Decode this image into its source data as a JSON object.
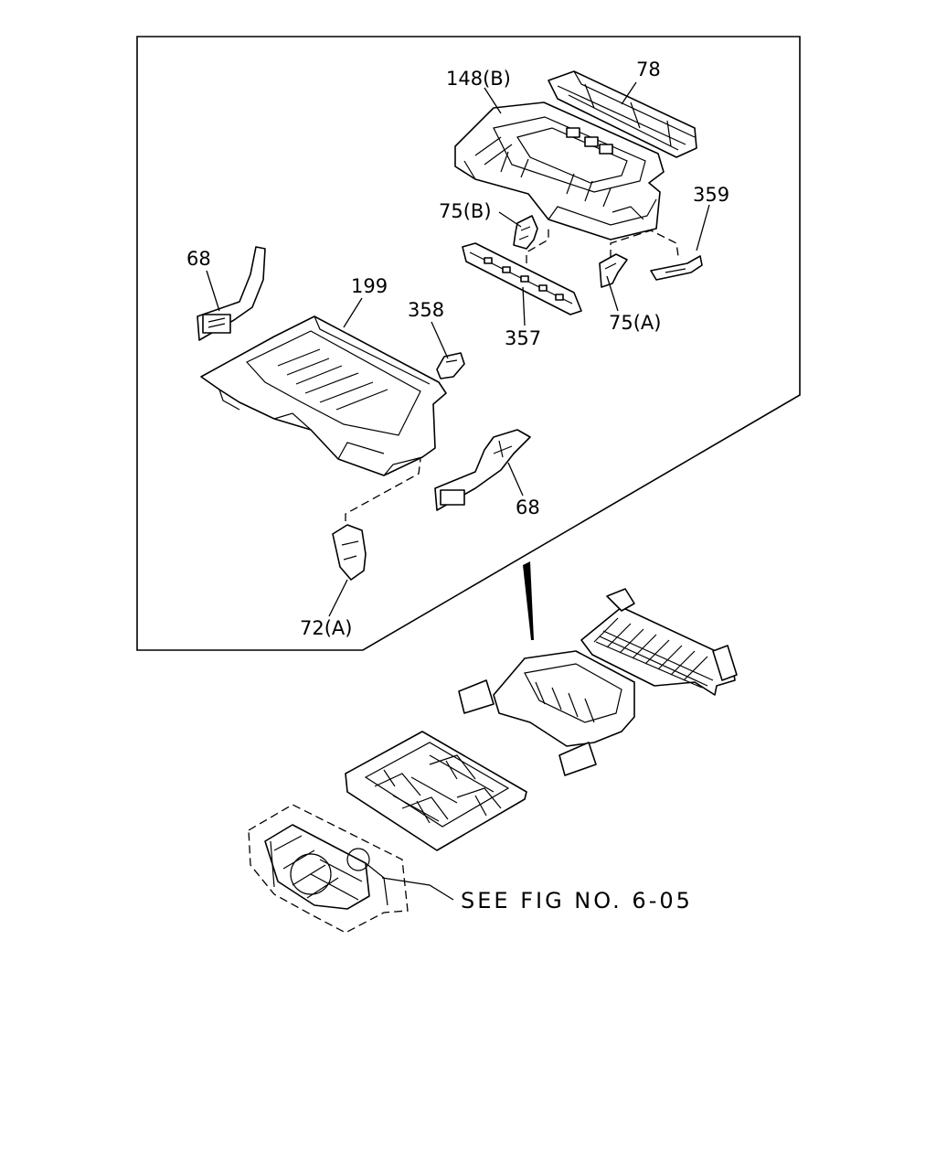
{
  "callouts": {
    "p148b": "148(B)",
    "p78": "78",
    "p359": "359",
    "p75b": "75(B)",
    "p68_left": "68",
    "p199": "199",
    "p358": "358",
    "p357": "357",
    "p75a": "75(A)",
    "p68_right": "68",
    "p72a": "72(A)"
  },
  "reference": {
    "see_fig": "SEE FIG NO. 6-05"
  }
}
